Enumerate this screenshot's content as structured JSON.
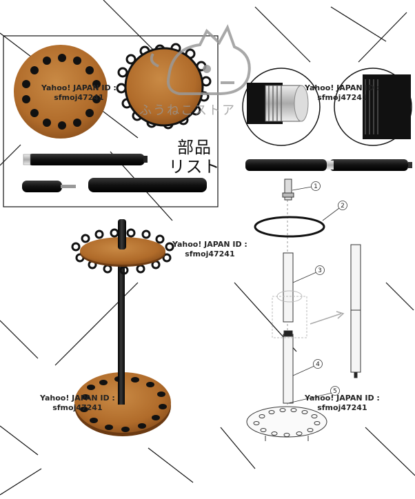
{
  "watermark": {
    "line1": "Yahoo! JAPAN ID :",
    "line2": "sfmoj47241"
  },
  "parts_list_title": {
    "line1": "部品",
    "line2": "リスト"
  },
  "shop_logo_text": "ふうねこストア",
  "callouts": [
    "1",
    "2",
    "3",
    "4",
    "5"
  ],
  "colors": {
    "wood": "#b8722f",
    "wood_dark": "#8a4f1c",
    "black": "#151515",
    "metal": "#c9c9c9"
  }
}
